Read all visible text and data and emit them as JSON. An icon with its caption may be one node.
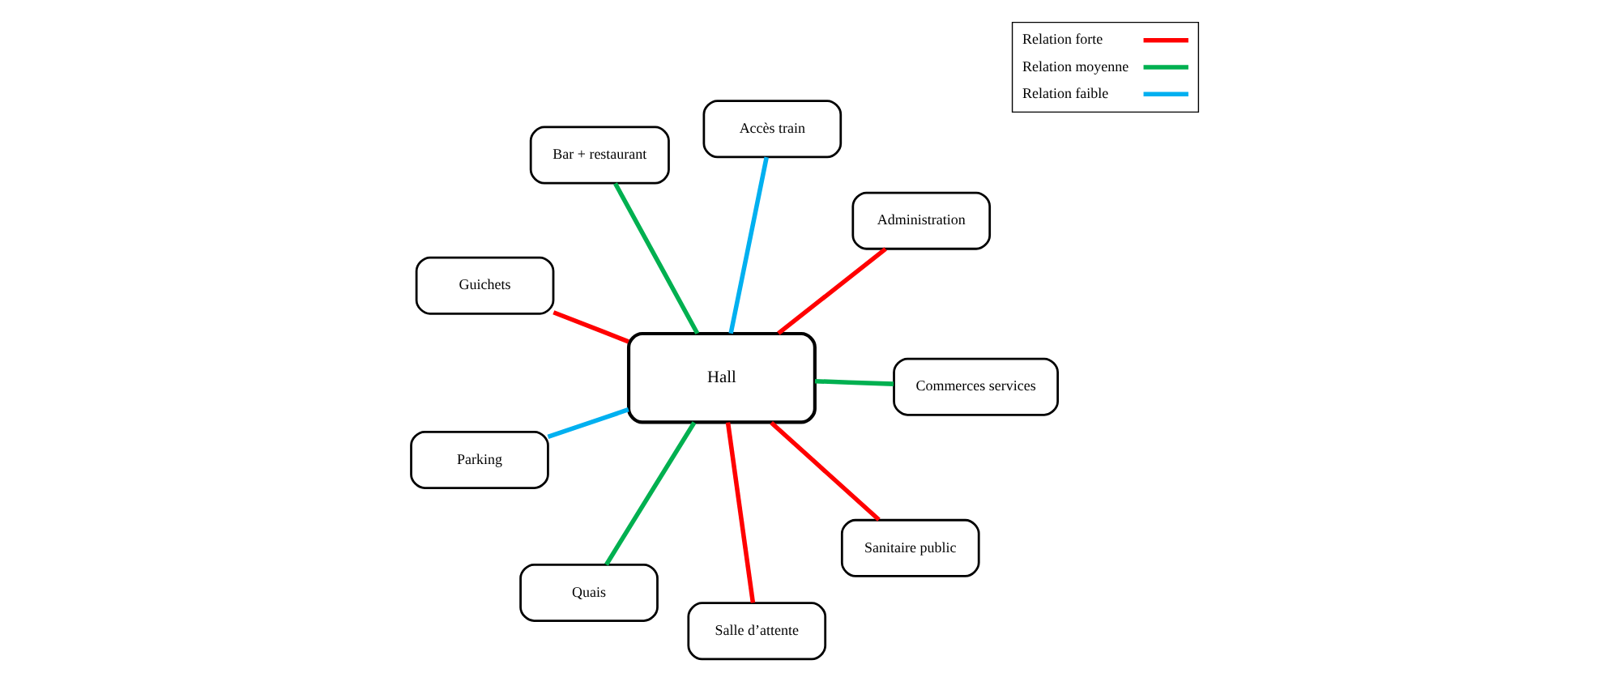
{
  "diagram": {
    "nodes": [
      {
        "text": [
          "Guichets"
        ]
      },
      {
        "text": [
          "Administration"
        ]
      },
      {
        "text": [
          "Salle d’attente"
        ]
      },
      {
        "text": [
          "Accès train"
        ]
      },
      {
        "text": [
          "Hall"
        ]
      },
      {
        "text": [
          "Bar + restaurant"
        ]
      },
      {
        "text": [
          "Parking"
        ]
      },
      {
        "text": [
          "Commerces services"
        ]
      },
      {
        "text": [
          "Quais"
        ]
      },
      {
        "text": [
          "Sanitaire public"
        ]
      }
    ],
    "edges": [
      {
        "from": 4,
        "to": 0,
        "arrow": "none"
      },
      {
        "from": 4,
        "to": 1,
        "arrow": "none"
      },
      {
        "from": 4,
        "to": 2,
        "arrow": "none"
      },
      {
        "from": 4,
        "to": 5,
        "arrow": "none",
        "color": "#00b050"
      },
      {
        "from": 4,
        "to": 7,
        "arrow": "none",
        "color": "#00b050"
      },
      {
        "from": 4,
        "to": 9,
        "arrow": "none"
      },
      {
        "from": 4,
        "to": 8,
        "arrow": "none",
        "color": "#00b050"
      },
      {
        "from": 4,
        "to": 6,
        "arrow": "none",
        "color": "#00b0f0"
      },
      {
        "from": 4,
        "to": 3,
        "arrow": "none",
        "color": "#00b0f0"
      }
    ],
    "legend": [
      {
        "text": "Relation forte",
        "color": "#ff0000"
      },
      {
        "text": "Relation moyenne",
        "color": "#00b050"
      },
      {
        "text": "Relation faible",
        "color": "#00b0f0"
      }
    ]
  }
}
